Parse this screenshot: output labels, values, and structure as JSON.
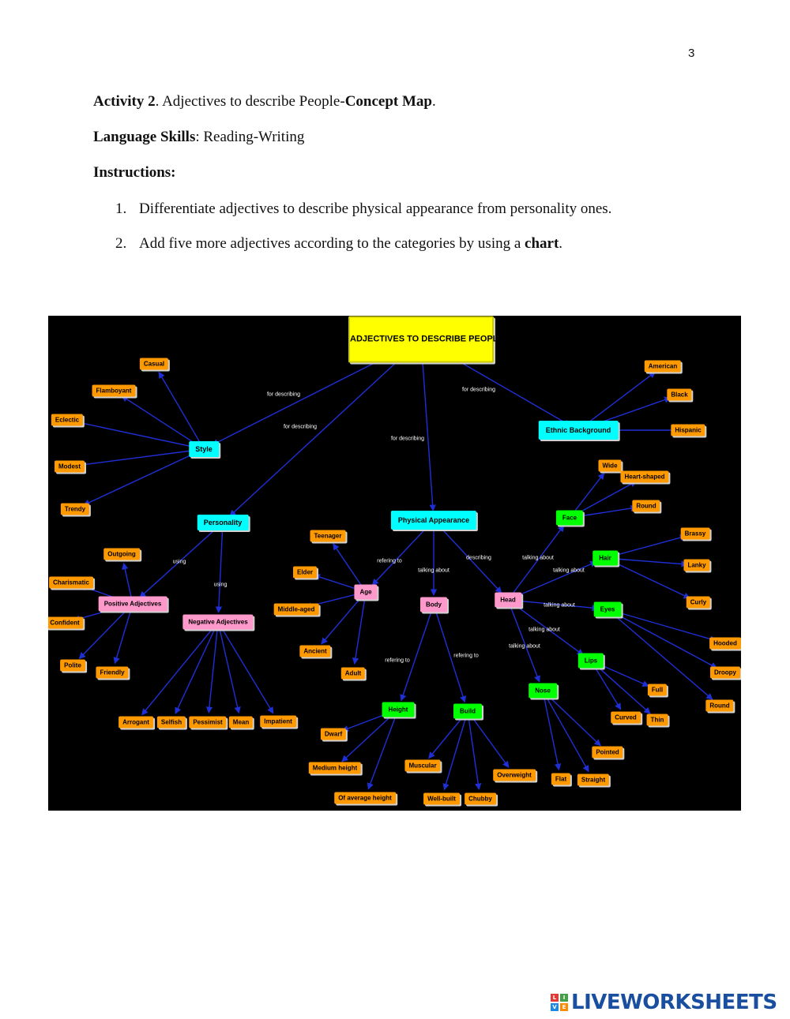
{
  "page_number": "3",
  "activity": {
    "label": "Activity 2",
    "text": ". Adjectives to describe People-",
    "bold": "Concept Map",
    "end": "."
  },
  "skills": {
    "label": "Language Skills",
    "text": ": Reading-Writing"
  },
  "instructions": {
    "heading": "Instructions:",
    "items": [
      {
        "num": "1.",
        "text": "Differentiate adjectives to describe physical appearance from personality ones."
      },
      {
        "num": "2.",
        "text": "Add five more adjectives according to the categories by using a ",
        "bold": "chart",
        "end": "."
      }
    ]
  },
  "concept_map": {
    "colors": {
      "background": "#000000",
      "line": "#1f2fd6",
      "root": "#ffff00",
      "category": "#00ffff",
      "feature": "#00ff00",
      "group": "#ff99cc",
      "adjective": "#ff9900"
    },
    "nodes": [
      {
        "id": "root",
        "label": "ADJECTIVES TO DESCRIBE PEOPLE",
        "kind": "root"
      },
      {
        "id": "style",
        "label": "Style",
        "kind": "category"
      },
      {
        "id": "personality",
        "label": "Personality",
        "kind": "category"
      },
      {
        "id": "physical",
        "label": "Physical Appearance",
        "kind": "category"
      },
      {
        "id": "ethnic",
        "label": "Ethnic Background",
        "kind": "category"
      },
      {
        "id": "casual",
        "label": "Casual",
        "kind": "adjective"
      },
      {
        "id": "flamboyant",
        "label": "Flamboyant",
        "kind": "adjective"
      },
      {
        "id": "eclectic",
        "label": "Eclectic",
        "kind": "adjective"
      },
      {
        "id": "modest",
        "label": "Modest",
        "kind": "adjective"
      },
      {
        "id": "trendy",
        "label": "Trendy",
        "kind": "adjective"
      },
      {
        "id": "american",
        "label": "American",
        "kind": "adjective"
      },
      {
        "id": "black",
        "label": "Black",
        "kind": "adjective"
      },
      {
        "id": "hispanic",
        "label": "Hispanic",
        "kind": "adjective"
      },
      {
        "id": "positive",
        "label": "Positive Adjectives",
        "kind": "group"
      },
      {
        "id": "negative",
        "label": "Negative Adjectives",
        "kind": "group"
      },
      {
        "id": "outgoing",
        "label": "Outgoing",
        "kind": "adjective"
      },
      {
        "id": "charismatic",
        "label": "Charismatic",
        "kind": "adjective"
      },
      {
        "id": "confident",
        "label": "Confident",
        "kind": "adjective"
      },
      {
        "id": "polite",
        "label": "Polite",
        "kind": "adjective"
      },
      {
        "id": "friendly",
        "label": "Friendly",
        "kind": "adjective"
      },
      {
        "id": "arrogant",
        "label": "Arrogant",
        "kind": "adjective"
      },
      {
        "id": "selfish",
        "label": "Selfish",
        "kind": "adjective"
      },
      {
        "id": "pessimist",
        "label": "Pessimist",
        "kind": "adjective"
      },
      {
        "id": "mean",
        "label": "Mean",
        "kind": "adjective"
      },
      {
        "id": "impatient",
        "label": "Impatient",
        "kind": "adjective"
      },
      {
        "id": "age",
        "label": "Age",
        "kind": "group"
      },
      {
        "id": "body",
        "label": "Body",
        "kind": "group"
      },
      {
        "id": "head",
        "label": "Head",
        "kind": "group"
      },
      {
        "id": "teenager",
        "label": "Teenager",
        "kind": "adjective"
      },
      {
        "id": "elder",
        "label": "Elder",
        "kind": "adjective"
      },
      {
        "id": "middleaged",
        "label": "Middle-aged",
        "kind": "adjective"
      },
      {
        "id": "ancient",
        "label": "Ancient",
        "kind": "adjective"
      },
      {
        "id": "adult",
        "label": "Adult",
        "kind": "adjective"
      },
      {
        "id": "height",
        "label": "Height",
        "kind": "feature"
      },
      {
        "id": "build",
        "label": "Build",
        "kind": "feature"
      },
      {
        "id": "dwarf",
        "label": "Dwarf",
        "kind": "adjective"
      },
      {
        "id": "mediumheight",
        "label": "Medium height",
        "kind": "adjective"
      },
      {
        "id": "averageheight",
        "label": "Of average height",
        "kind": "adjective"
      },
      {
        "id": "muscular",
        "label": "Muscular",
        "kind": "adjective"
      },
      {
        "id": "wellbuilt",
        "label": "Well-built",
        "kind": "adjective"
      },
      {
        "id": "chubby",
        "label": "Chubby",
        "kind": "adjective"
      },
      {
        "id": "overweight",
        "label": "Overweight",
        "kind": "adjective"
      },
      {
        "id": "face",
        "label": "Face",
        "kind": "feature"
      },
      {
        "id": "hair",
        "label": "Hair",
        "kind": "feature"
      },
      {
        "id": "eyes",
        "label": "Eyes",
        "kind": "feature"
      },
      {
        "id": "lips",
        "label": "Lips",
        "kind": "feature"
      },
      {
        "id": "nose",
        "label": "Nose",
        "kind": "feature"
      },
      {
        "id": "wide",
        "label": "Wide",
        "kind": "adjective"
      },
      {
        "id": "heartshaped",
        "label": "Heart-shaped",
        "kind": "adjective"
      },
      {
        "id": "round1",
        "label": "Round",
        "kind": "adjective"
      },
      {
        "id": "brassy",
        "label": "Brassy",
        "kind": "adjective"
      },
      {
        "id": "lanky",
        "label": "Lanky",
        "kind": "adjective"
      },
      {
        "id": "curly",
        "label": "Curly",
        "kind": "adjective"
      },
      {
        "id": "hooded",
        "label": "Hooded",
        "kind": "adjective"
      },
      {
        "id": "droopy",
        "label": "Droopy",
        "kind": "adjective"
      },
      {
        "id": "round2",
        "label": "Round",
        "kind": "adjective"
      },
      {
        "id": "full",
        "label": "Full",
        "kind": "adjective"
      },
      {
        "id": "curved",
        "label": "Curved",
        "kind": "adjective"
      },
      {
        "id": "thin",
        "label": "Thin",
        "kind": "adjective"
      },
      {
        "id": "pointed",
        "label": "Pointed",
        "kind": "adjective"
      },
      {
        "id": "flat",
        "label": "Flat",
        "kind": "adjective"
      },
      {
        "id": "straight",
        "label": "Straight",
        "kind": "adjective"
      }
    ],
    "edges": [
      {
        "from": "root",
        "to": "style",
        "label": "for describing"
      },
      {
        "from": "root",
        "to": "personality",
        "label": "for describing"
      },
      {
        "from": "root",
        "to": "physical",
        "label": "for describing"
      },
      {
        "from": "root",
        "to": "ethnic",
        "label": "for describing"
      },
      {
        "from": "style",
        "to": "casual",
        "label": ""
      },
      {
        "from": "style",
        "to": "flamboyant",
        "label": ""
      },
      {
        "from": "style",
        "to": "eclectic",
        "label": ""
      },
      {
        "from": "style",
        "to": "modest",
        "label": ""
      },
      {
        "from": "style",
        "to": "trendy",
        "label": ""
      },
      {
        "from": "ethnic",
        "to": "american",
        "label": ""
      },
      {
        "from": "ethnic",
        "to": "black",
        "label": ""
      },
      {
        "from": "ethnic",
        "to": "hispanic",
        "label": ""
      },
      {
        "from": "personality",
        "to": "positive",
        "label": "using"
      },
      {
        "from": "personality",
        "to": "negative",
        "label": "using"
      },
      {
        "from": "positive",
        "to": "outgoing",
        "label": ""
      },
      {
        "from": "positive",
        "to": "charismatic",
        "label": ""
      },
      {
        "from": "positive",
        "to": "confident",
        "label": ""
      },
      {
        "from": "positive",
        "to": "polite",
        "label": ""
      },
      {
        "from": "positive",
        "to": "friendly",
        "label": ""
      },
      {
        "from": "negative",
        "to": "arrogant",
        "label": ""
      },
      {
        "from": "negative",
        "to": "selfish",
        "label": ""
      },
      {
        "from": "negative",
        "to": "pessimist",
        "label": ""
      },
      {
        "from": "negative",
        "to": "mean",
        "label": ""
      },
      {
        "from": "negative",
        "to": "impatient",
        "label": ""
      },
      {
        "from": "physical",
        "to": "age",
        "label": "refering to"
      },
      {
        "from": "physical",
        "to": "body",
        "label": "talking about"
      },
      {
        "from": "physical",
        "to": "head",
        "label": "describing"
      },
      {
        "from": "age",
        "to": "teenager",
        "label": ""
      },
      {
        "from": "age",
        "to": "elder",
        "label": ""
      },
      {
        "from": "age",
        "to": "middleaged",
        "label": ""
      },
      {
        "from": "age",
        "to": "ancient",
        "label": ""
      },
      {
        "from": "age",
        "to": "adult",
        "label": ""
      },
      {
        "from": "body",
        "to": "height",
        "label": "refering to"
      },
      {
        "from": "body",
        "to": "build",
        "label": "refering to"
      },
      {
        "from": "height",
        "to": "dwarf",
        "label": ""
      },
      {
        "from": "height",
        "to": "mediumheight",
        "label": ""
      },
      {
        "from": "height",
        "to": "averageheight",
        "label": ""
      },
      {
        "from": "build",
        "to": "muscular",
        "label": ""
      },
      {
        "from": "build",
        "to": "wellbuilt",
        "label": ""
      },
      {
        "from": "build",
        "to": "chubby",
        "label": ""
      },
      {
        "from": "build",
        "to": "overweight",
        "label": ""
      },
      {
        "from": "head",
        "to": "face",
        "label": "talking about"
      },
      {
        "from": "head",
        "to": "hair",
        "label": "talking about"
      },
      {
        "from": "head",
        "to": "eyes",
        "label": "talking about"
      },
      {
        "from": "head",
        "to": "lips",
        "label": "talking about"
      },
      {
        "from": "head",
        "to": "nose",
        "label": "talking about"
      },
      {
        "from": "face",
        "to": "wide",
        "label": ""
      },
      {
        "from": "face",
        "to": "heartshaped",
        "label": ""
      },
      {
        "from": "face",
        "to": "round1",
        "label": ""
      },
      {
        "from": "hair",
        "to": "brassy",
        "label": ""
      },
      {
        "from": "hair",
        "to": "lanky",
        "label": ""
      },
      {
        "from": "hair",
        "to": "curly",
        "label": ""
      },
      {
        "from": "eyes",
        "to": "hooded",
        "label": ""
      },
      {
        "from": "eyes",
        "to": "droopy",
        "label": ""
      },
      {
        "from": "eyes",
        "to": "round2",
        "label": ""
      },
      {
        "from": "lips",
        "to": "full",
        "label": ""
      },
      {
        "from": "lips",
        "to": "curved",
        "label": ""
      },
      {
        "from": "lips",
        "to": "thin",
        "label": ""
      },
      {
        "from": "nose",
        "to": "pointed",
        "label": ""
      },
      {
        "from": "nose",
        "to": "flat",
        "label": ""
      },
      {
        "from": "nose",
        "to": "straight",
        "label": ""
      }
    ]
  },
  "footer": {
    "logo_text": "LIVEWORKSHEETS",
    "logo_letters": [
      "L",
      "I",
      "V",
      "E"
    ],
    "logo_colors": [
      "#e53935",
      "#43a047",
      "#1e88e5",
      "#fb8c00"
    ],
    "logo_text_color": "#1a4fa0"
  }
}
